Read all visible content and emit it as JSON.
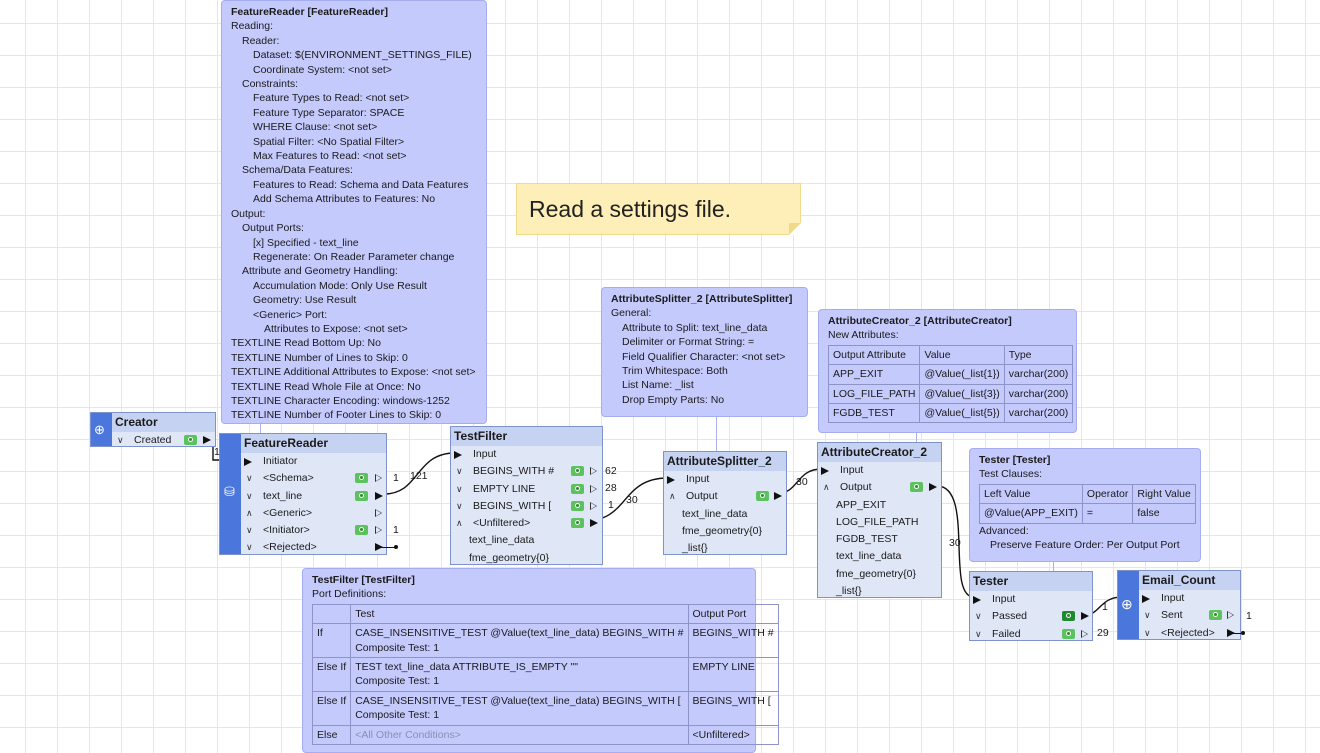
{
  "featurereader_ann": {
    "title": "FeatureReader [FeatureReader]",
    "lines": [
      {
        "t": "Reading:",
        "i": 0
      },
      {
        "t": "Reader:",
        "i": 1
      },
      {
        "t": "Dataset: $(ENVIRONMENT_SETTINGS_FILE)",
        "i": 2
      },
      {
        "t": "Coordinate System: <not set>",
        "i": 2
      },
      {
        "t": "Constraints:",
        "i": 1
      },
      {
        "t": "Feature Types to Read: <not set>",
        "i": 2
      },
      {
        "t": "Feature Type Separator: SPACE",
        "i": 2
      },
      {
        "t": "WHERE Clause: <not set>",
        "i": 2
      },
      {
        "t": "Spatial Filter: <No Spatial Filter>",
        "i": 2
      },
      {
        "t": "Max Features to Read: <not set>",
        "i": 2
      },
      {
        "t": "Schema/Data Features:",
        "i": 1
      },
      {
        "t": "Features to Read: Schema and Data Features",
        "i": 2
      },
      {
        "t": "Add Schema Attributes to Features: No",
        "i": 2
      },
      {
        "t": "Output:",
        "i": 0
      },
      {
        "t": "Output Ports:",
        "i": 1
      },
      {
        "t": "[x] Specified - text_line",
        "i": 2
      },
      {
        "t": "Regenerate: On Reader Parameter change",
        "i": 2
      },
      {
        "t": "Attribute and Geometry Handling:",
        "i": 1
      },
      {
        "t": "Accumulation Mode: Only Use Result",
        "i": 2
      },
      {
        "t": "Geometry: Use Result",
        "i": 2
      },
      {
        "t": "<Generic> Port:",
        "i": 2
      },
      {
        "t": "Attributes to Expose: <not set>",
        "i": 3
      },
      {
        "t": "TEXTLINE Read Bottom Up: No",
        "i": 0
      },
      {
        "t": "TEXTLINE Number of Lines to Skip: 0",
        "i": 0
      },
      {
        "t": "TEXTLINE Additional Attributes to Expose: <not set>",
        "i": 0
      },
      {
        "t": "TEXTLINE Read Whole File at Once: No",
        "i": 0
      },
      {
        "t": "TEXTLINE Character Encoding: windows-1252",
        "i": 0
      },
      {
        "t": "TEXTLINE Number of Footer Lines to Skip: 0",
        "i": 0
      }
    ]
  },
  "note": {
    "text": "Read a settings file."
  },
  "splitter_ann": {
    "title": "AttributeSplitter_2 [AttributeSplitter]",
    "lines": [
      {
        "t": "General:",
        "i": 0
      },
      {
        "t": "Attribute to Split: text_line_data",
        "i": 1
      },
      {
        "t": "Delimiter or Format String: =",
        "i": 1
      },
      {
        "t": "Field Qualifier Character: <not set>",
        "i": 1
      },
      {
        "t": "Trim Whitespace: Both",
        "i": 1
      },
      {
        "t": "List Name: _list",
        "i": 1
      },
      {
        "t": "Drop Empty Parts: No",
        "i": 1
      }
    ]
  },
  "creator_ann": {
    "title": "AttributeCreator_2 [AttributeCreator]",
    "subtitle": "New Attributes:",
    "headers": [
      "Output Attribute",
      "Value",
      "Type"
    ],
    "rows": [
      [
        "APP_EXIT",
        "@Value(_list{1})",
        "varchar(200)"
      ],
      [
        "LOG_FILE_PATH",
        "@Value(_list{3})",
        "varchar(200)"
      ],
      [
        "FGDB_TEST",
        "@Value(_list{5})",
        "varchar(200)"
      ]
    ]
  },
  "tester_ann": {
    "title": "Tester [Tester]",
    "subtitle": "Test Clauses:",
    "headers": [
      "Left Value",
      "Operator",
      "Right Value"
    ],
    "rows": [
      [
        "@Value(APP_EXIT)",
        "=",
        "false"
      ]
    ],
    "advanced": "Advanced:",
    "preserve": "Preserve Feature Order: Per Output Port"
  },
  "testfilter_ann": {
    "title": "TestFilter [TestFilter]",
    "subtitle": "Port Definitions:",
    "headers": [
      "",
      "Test",
      "Output Port"
    ],
    "rows": [
      {
        "cond": "If",
        "test": "CASE_INSENSITIVE_TEST @Value(text_line_data) BEGINS_WITH #",
        "comp": "Composite Test: 1",
        "port": "BEGINS_WITH #"
      },
      {
        "cond": "Else If",
        "test": "TEST text_line_data ATTRIBUTE_IS_EMPTY \"\"",
        "comp": "Composite Test: 1",
        "port": "EMPTY LINE"
      },
      {
        "cond": "Else If",
        "test": "CASE_INSENSITIVE_TEST @Value(text_line_data) BEGINS_WITH [",
        "comp": "Composite Test: 1",
        "port": "BEGINS_WITH ["
      },
      {
        "cond": "Else",
        "test": "<All Other Conditions>",
        "comp": "",
        "port": "<Unfiltered>"
      }
    ]
  },
  "creator": {
    "title": "Creator",
    "created": "Created"
  },
  "featurereader": {
    "title": "FeatureReader",
    "initiator_in": "Initiator",
    "schema": "<Schema>",
    "text_line": "text_line",
    "generic": "<Generic>",
    "initiator_out": "<Initiator>",
    "rejected": "<Rejected>",
    "count_schema": "1",
    "count_text_line": "121",
    "count_initiator": "1",
    "count_creator_link": "1"
  },
  "testfilter": {
    "title": "TestFilter",
    "input": "Input",
    "ports": [
      {
        "label": "BEGINS_WITH #",
        "count": "62"
      },
      {
        "label": "EMPTY LINE",
        "count": "28"
      },
      {
        "label": "BEGINS_WITH [",
        "count": "1"
      }
    ],
    "unfiltered": "<Unfiltered>",
    "attrs": [
      "text_line_data",
      "fme_geometry{0}"
    ],
    "count_unfiltered": "30"
  },
  "splitter": {
    "title": "AttributeSplitter_2",
    "input": "Input",
    "output": "Output",
    "attrs": [
      "text_line_data",
      "fme_geometry{0}",
      "_list{}"
    ],
    "count_output": "30"
  },
  "attrcreator": {
    "title": "AttributeCreator_2",
    "input": "Input",
    "output": "Output",
    "attrs": [
      "APP_EXIT",
      "LOG_FILE_PATH",
      "FGDB_TEST",
      "text_line_data",
      "fme_geometry{0}",
      "_list{}"
    ],
    "count_output": "30"
  },
  "tester": {
    "title": "Tester",
    "input": "Input",
    "passed": "Passed",
    "failed": "Failed",
    "count_passed": "1",
    "count_failed": "29"
  },
  "email": {
    "title": "Email_Count",
    "input": "Input",
    "sent": "Sent",
    "rejected": "<Rejected>",
    "count_sent": "1"
  }
}
